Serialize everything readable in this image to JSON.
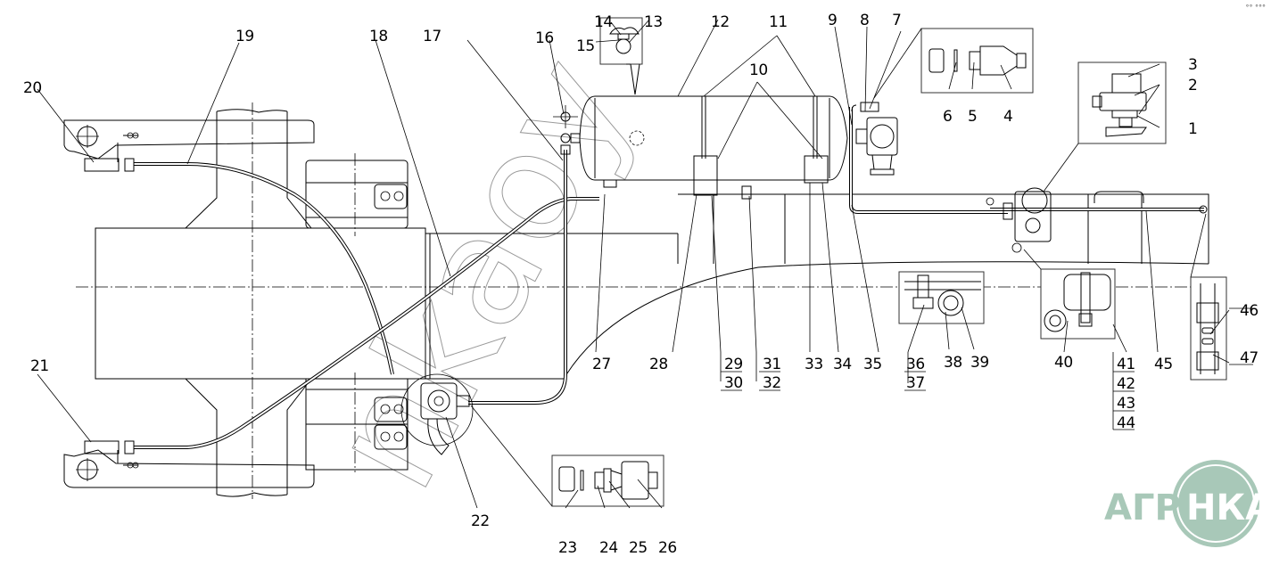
{
  "diagram": {
    "type": "technical assembly drawing",
    "subject": "pneumatic brake line routing on tractor/trailer frame",
    "callouts": [
      "1",
      "2",
      "3",
      "4",
      "5",
      "6",
      "7",
      "8",
      "9",
      "10",
      "11",
      "12",
      "13",
      "14",
      "15",
      "16",
      "17",
      "18",
      "19",
      "20",
      "21",
      "22",
      "23",
      "24",
      "25",
      "26",
      "27",
      "28",
      "29",
      "30",
      "31",
      "32",
      "33",
      "34",
      "35",
      "36",
      "37",
      "38",
      "39",
      "40",
      "41",
      "42",
      "43",
      "44",
      "45",
      "46",
      "47"
    ],
    "stacked_callouts": {
      "group_29_30": [
        "29",
        "30"
      ],
      "group_31_32": [
        "31",
        "32"
      ],
      "group_36_37": [
        "36",
        "37"
      ],
      "group_41_44": [
        "41",
        "42",
        "43",
        "44"
      ]
    }
  },
  "watermark": {
    "text": "nkaoy"
  },
  "logo": {
    "left_text": "АГРО",
    "right_text": "НКА",
    "color": "#a8c8b8"
  },
  "corner_mark": "°° °°°"
}
